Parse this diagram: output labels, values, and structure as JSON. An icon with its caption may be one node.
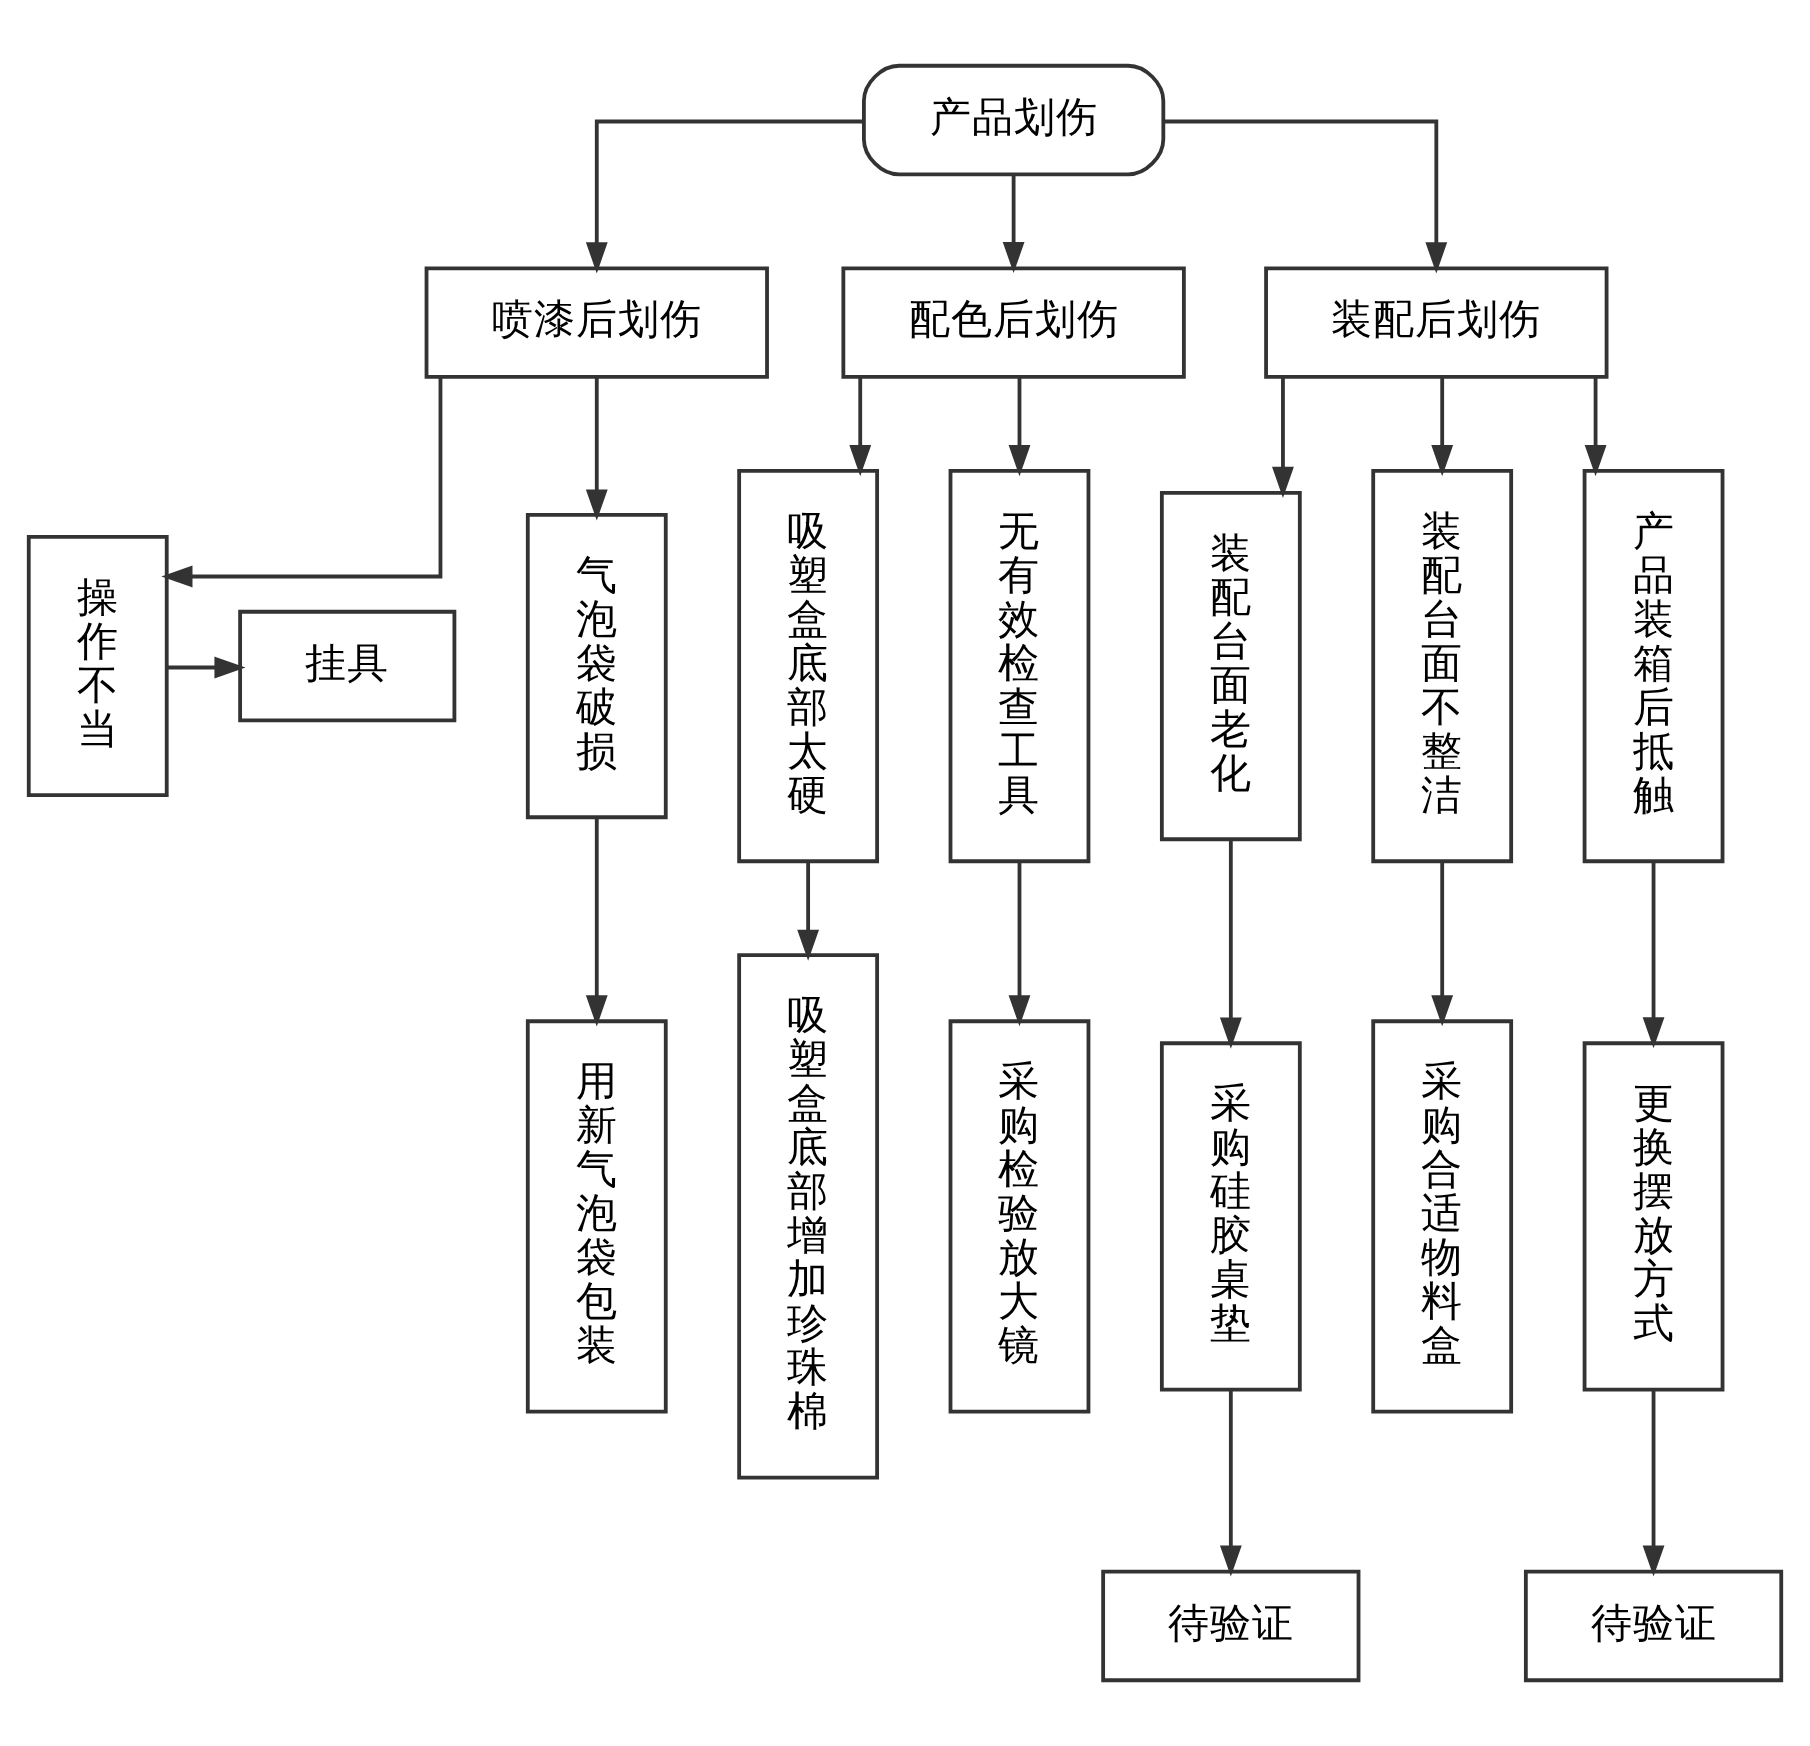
{
  "diagram": {
    "nodes": [
      {
        "text": [
          "产品划伤"
        ]
      },
      {
        "text": [
          "喷漆后划伤"
        ]
      },
      {
        "text": [
          "配色后划伤"
        ]
      },
      {
        "text": [
          "装配后划伤"
        ]
      },
      {
        "text": [
          "操作不当"
        ]
      },
      {
        "text": [
          "气泡袋破损"
        ]
      },
      {
        "text": [
          "挂具"
        ]
      },
      {
        "text": [
          "吸塑盒底部太硬"
        ]
      },
      {
        "text": [
          "无有效检查工具"
        ]
      },
      {
        "text": [
          "装配台面老化"
        ]
      },
      {
        "text": [
          "装配台面不整洁"
        ]
      },
      {
        "text": [
          "产品装箱后抵触"
        ]
      },
      {
        "text": [
          "用新气泡袋包装"
        ]
      },
      {
        "text": [
          "吸塑盒底部增加珍珠棉"
        ]
      },
      {
        "text": [
          "采购检验放大镜"
        ]
      },
      {
        "text": [
          "采购硅胶桌垫"
        ]
      },
      {
        "text": [
          "采购合适物料盒"
        ]
      },
      {
        "text": [
          "更换摆放方式"
        ]
      },
      {
        "text": [
          "待验证"
        ]
      },
      {
        "text": [
          "待验证"
        ]
      }
    ],
    "edges": [
      {
        "from": 0,
        "to": 1,
        "arrow": "to"
      },
      {
        "from": 0,
        "to": 2,
        "arrow": "to"
      },
      {
        "from": 0,
        "to": 3,
        "arrow": "to"
      },
      {
        "from": 1,
        "to": 4,
        "arrow": "to"
      },
      {
        "from": 1,
        "to": 5,
        "arrow": "to"
      },
      {
        "from": 4,
        "to": 6,
        "arrow": "to"
      },
      {
        "from": 5,
        "to": 12,
        "arrow": "to"
      },
      {
        "from": 2,
        "to": 7,
        "arrow": "to"
      },
      {
        "from": 2,
        "to": 8,
        "arrow": "to"
      },
      {
        "from": 7,
        "to": 13,
        "arrow": "to"
      },
      {
        "from": 8,
        "to": 14,
        "arrow": "to"
      },
      {
        "from": 3,
        "to": 9,
        "arrow": "to"
      },
      {
        "from": 3,
        "to": 10,
        "arrow": "to"
      },
      {
        "from": 3,
        "to": 11,
        "arrow": "to"
      },
      {
        "from": 9,
        "to": 15,
        "arrow": "to"
      },
      {
        "from": 10,
        "to": 16,
        "arrow": "to"
      },
      {
        "from": 11,
        "to": 17,
        "arrow": "to"
      },
      {
        "from": 15,
        "to": 18,
        "arrow": "to"
      },
      {
        "from": 17,
        "to": 19,
        "arrow": "to"
      }
    ]
  }
}
